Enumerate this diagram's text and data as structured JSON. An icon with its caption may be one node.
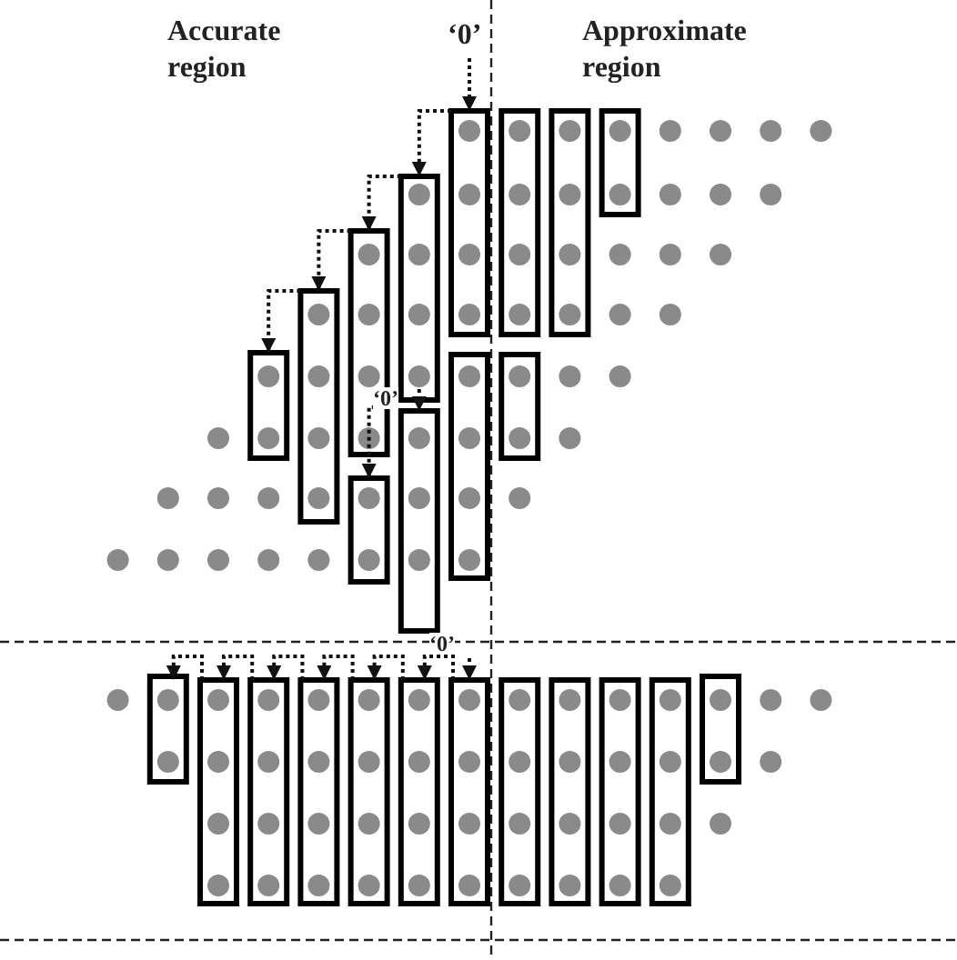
{
  "diagram": {
    "labels": [
      "Accurate region",
      "‘0’",
      "Approximate region",
      "‘0’",
      "‘0’"
    ]
  }
}
